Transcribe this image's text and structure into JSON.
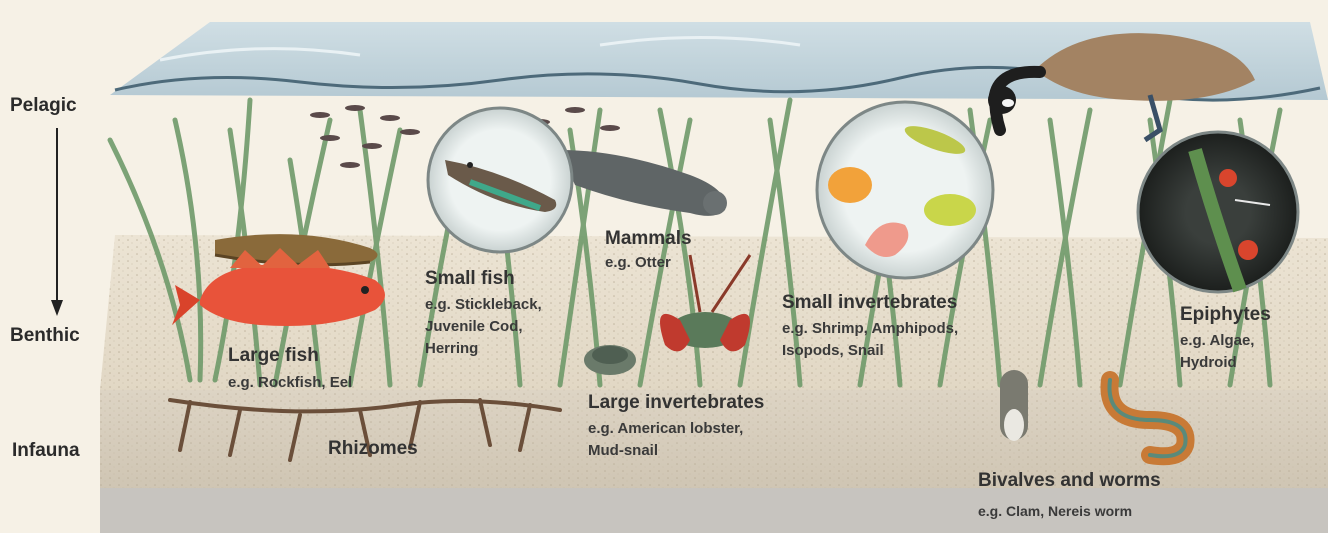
{
  "zones": {
    "pelagic": "Pelagic",
    "benthic": "Benthic",
    "infauna": "Infauna"
  },
  "groups": {
    "large_fish": {
      "title": "Large fish",
      "example": "e.g. Rockfish, Eel"
    },
    "small_fish": {
      "title": "Small fish",
      "example_lines": [
        "e.g. Stickleback,",
        "Juvenile Cod,",
        "Herring"
      ]
    },
    "mammals": {
      "title": "Mammals",
      "example": "e.g. Otter"
    },
    "small_invertebrates": {
      "title": "Small invertebrates",
      "example_lines": [
        "e.g. Shrimp, Amphipods,",
        "Isopods, Snail"
      ]
    },
    "epiphytes": {
      "title": "Epiphytes",
      "example_lines": [
        "e.g. Algae,",
        "Hydroid"
      ]
    },
    "large_invertebrates": {
      "title": "Large invertebrates",
      "example_lines": [
        "e.g. American lobster,",
        "Mud-snail"
      ]
    },
    "rhizomes": {
      "title": "Rhizomes"
    },
    "bivalves_worms": {
      "title": "Bivalves and worms",
      "example": "e.g. Clam, Nereis worm"
    }
  },
  "colors": {
    "background": "#f6f1e6",
    "water": "#bcd3e0",
    "seagrass": "#6f9a6a",
    "benthic_sand": "#e7dfd0",
    "infauna_sediment": "#d9d0c0",
    "rockfish": "#e8533a"
  }
}
